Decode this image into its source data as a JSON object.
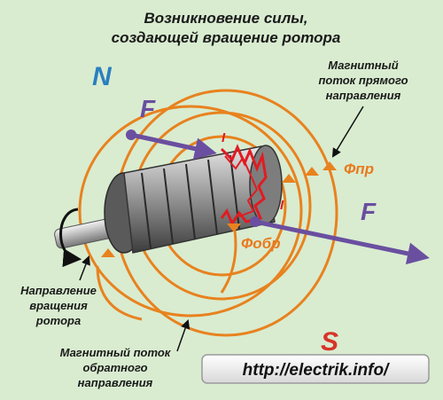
{
  "title": {
    "line1": "Возникновение силы,",
    "line2": "создающей вращение ротора"
  },
  "poles": {
    "north": "N",
    "south": "S"
  },
  "force": {
    "left": "F",
    "right": "F"
  },
  "current": {
    "top": "I",
    "bottom": "I"
  },
  "flux": {
    "forward_symbol": "Фпр",
    "reverse_symbol": "Фобр"
  },
  "labels": {
    "forward_flux": [
      "Магнитный",
      "поток прямого",
      "направления"
    ],
    "rotation": [
      "Направление",
      "вращения",
      "ротора"
    ],
    "reverse_flux": [
      "Магнитный поток",
      "обратного",
      "направления"
    ]
  },
  "url": "http://electrik.info/",
  "colors": {
    "background": "#d9ecd0",
    "flux_lines": "#e8821e",
    "force_arrows": "#6a4fa0",
    "pole_N": "#2a7fc0",
    "pole_S": "#d8332a",
    "current": "#e11b22",
    "flux_label": "#e87a1e",
    "text": "#1a1a1a"
  },
  "icons": [
    "rotation-arrow-icon",
    "rotor-icon"
  ]
}
